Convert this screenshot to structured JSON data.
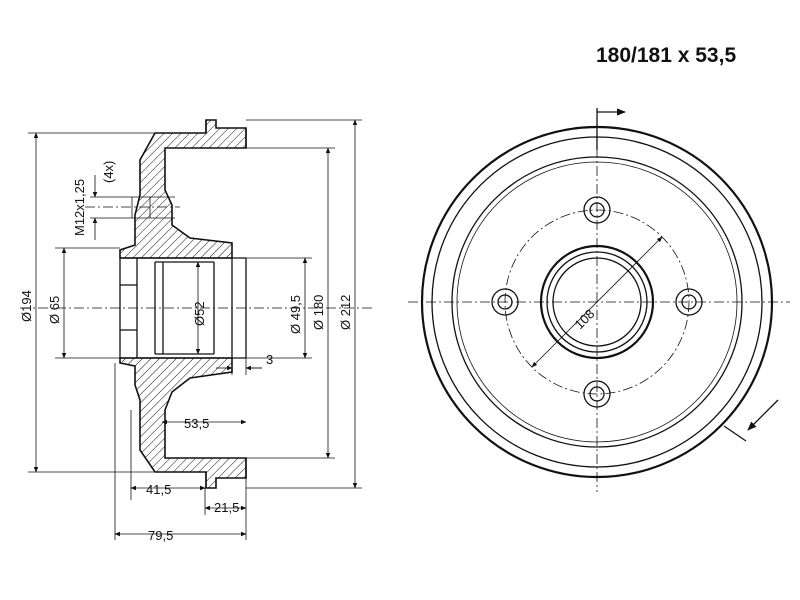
{
  "title": "180/181 x 53,5",
  "side_view": {
    "thread_label": "M12x1,25",
    "thread_count": "(4x)",
    "dimensions": {
      "d194": "Ø194",
      "d65": "Ø 65",
      "d52": "Ø52",
      "d49_5": "Ø 49,5",
      "d180": "Ø 180",
      "d212": "Ø 212",
      "w3": "3",
      "w53_5": "53,5",
      "w41_5": "41,5",
      "w21_5": "21,5",
      "w79_5": "79,5"
    }
  },
  "front_view": {
    "pcd_label": "108"
  },
  "colors": {
    "line": "#111111",
    "background": "#ffffff"
  }
}
